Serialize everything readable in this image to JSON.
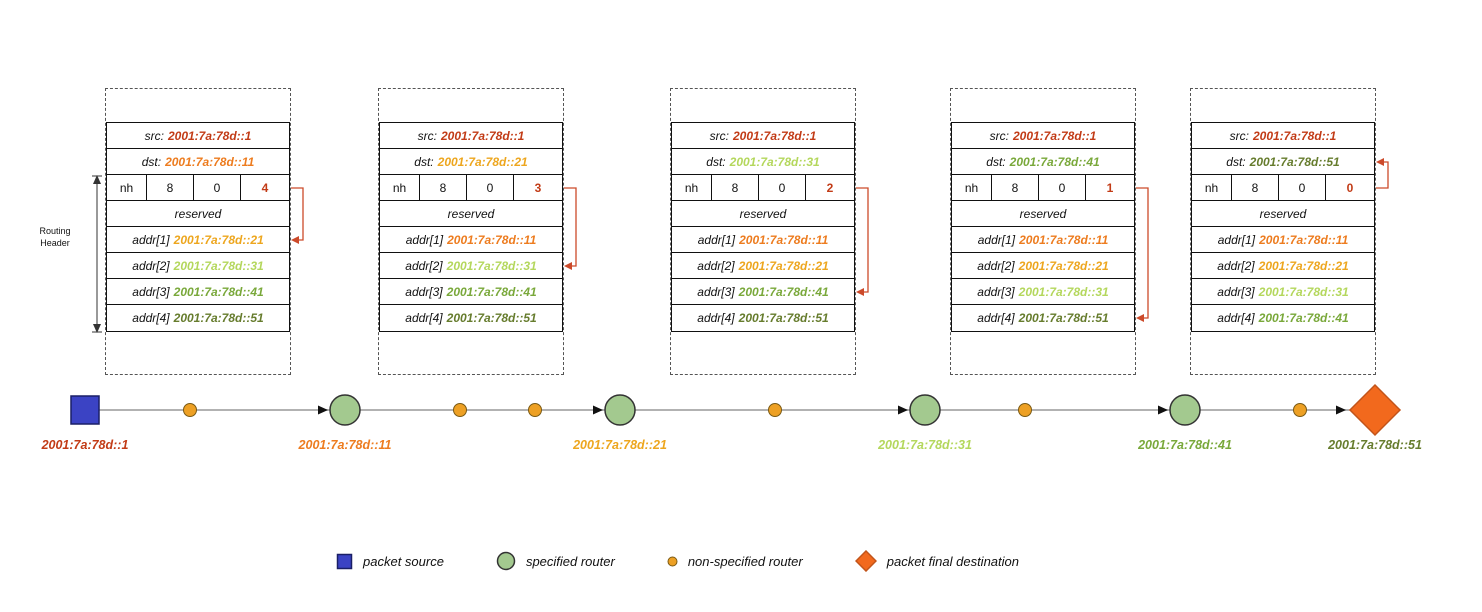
{
  "colors": {
    "red": "#c23b16",
    "orange": "#ed7c1f",
    "yellow": "#eda61e",
    "lightgreen": "#b4d75c",
    "green": "#79a83a",
    "olive": "#667c2d",
    "arrow": "#cc4a2a",
    "source_blue": "#3b43c4",
    "source_blue_border": "#1a1f66",
    "router_green": "#a3c98f",
    "router_border": "#333333",
    "dot_orange": "#eda024",
    "dot_border": "#7a5a14",
    "dest_orange": "#f2691d",
    "dest_border": "#c2541a",
    "path_line": "#999999",
    "arrowhead_black": "#111111"
  },
  "routing_header_label": "Routing Header",
  "packets": [
    {
      "src_label": "src:",
      "src_value": "2001:7a:78d::1",
      "src_color": "red",
      "dst_label": "dst:",
      "dst_value": "2001:7a:78d::11",
      "dst_color": "orange",
      "next_header": "nh",
      "hdr_ext_len": "8",
      "routing_type": "0",
      "segments_left": "4",
      "segments_left_color": "red",
      "reserved": "reserved",
      "addrs": [
        {
          "label": "addr[1]",
          "value": "2001:7a:78d::21",
          "color": "yellow"
        },
        {
          "label": "addr[2]",
          "value": "2001:7a:78d::31",
          "color": "lightgreen"
        },
        {
          "label": "addr[3]",
          "value": "2001:7a:78d::41",
          "color": "green"
        },
        {
          "label": "addr[4]",
          "value": "2001:7a:78d::51",
          "color": "olive"
        }
      ]
    },
    {
      "src_label": "src:",
      "src_value": "2001:7a:78d::1",
      "src_color": "red",
      "dst_label": "dst:",
      "dst_value": "2001:7a:78d::21",
      "dst_color": "yellow",
      "next_header": "nh",
      "hdr_ext_len": "8",
      "routing_type": "0",
      "segments_left": "3",
      "segments_left_color": "red",
      "reserved": "reserved",
      "addrs": [
        {
          "label": "addr[1]",
          "value": "2001:7a:78d::11",
          "color": "orange"
        },
        {
          "label": "addr[2]",
          "value": "2001:7a:78d::31",
          "color": "lightgreen"
        },
        {
          "label": "addr[3]",
          "value": "2001:7a:78d::41",
          "color": "green"
        },
        {
          "label": "addr[4]",
          "value": "2001:7a:78d::51",
          "color": "olive"
        }
      ]
    },
    {
      "src_label": "src:",
      "src_value": "2001:7a:78d::1",
      "src_color": "red",
      "dst_label": "dst:",
      "dst_value": "2001:7a:78d::31",
      "dst_color": "lightgreen",
      "next_header": "nh",
      "hdr_ext_len": "8",
      "routing_type": "0",
      "segments_left": "2",
      "segments_left_color": "red",
      "reserved": "reserved",
      "addrs": [
        {
          "label": "addr[1]",
          "value": "2001:7a:78d::11",
          "color": "orange"
        },
        {
          "label": "addr[2]",
          "value": "2001:7a:78d::21",
          "color": "yellow"
        },
        {
          "label": "addr[3]",
          "value": "2001:7a:78d::41",
          "color": "green"
        },
        {
          "label": "addr[4]",
          "value": "2001:7a:78d::51",
          "color": "olive"
        }
      ]
    },
    {
      "src_label": "src:",
      "src_value": "2001:7a:78d::1",
      "src_color": "red",
      "dst_label": "dst:",
      "dst_value": "2001:7a:78d::41",
      "dst_color": "green",
      "next_header": "nh",
      "hdr_ext_len": "8",
      "routing_type": "0",
      "segments_left": "1",
      "segments_left_color": "red",
      "reserved": "reserved",
      "addrs": [
        {
          "label": "addr[1]",
          "value": "2001:7a:78d::11",
          "color": "orange"
        },
        {
          "label": "addr[2]",
          "value": "2001:7a:78d::21",
          "color": "yellow"
        },
        {
          "label": "addr[3]",
          "value": "2001:7a:78d::31",
          "color": "lightgreen"
        },
        {
          "label": "addr[4]",
          "value": "2001:7a:78d::51",
          "color": "olive"
        }
      ]
    },
    {
      "src_label": "src:",
      "src_value": "2001:7a:78d::1",
      "src_color": "red",
      "dst_label": "dst:",
      "dst_value": "2001:7a:78d::51",
      "dst_color": "olive",
      "next_header": "nh",
      "hdr_ext_len": "8",
      "routing_type": "0",
      "segments_left": "0",
      "segments_left_color": "red",
      "reserved": "reserved",
      "addrs": [
        {
          "label": "addr[1]",
          "value": "2001:7a:78d::11",
          "color": "orange"
        },
        {
          "label": "addr[2]",
          "value": "2001:7a:78d::21",
          "color": "yellow"
        },
        {
          "label": "addr[3]",
          "value": "2001:7a:78d::31",
          "color": "lightgreen"
        },
        {
          "label": "addr[4]",
          "value": "2001:7a:78d::41",
          "color": "green"
        }
      ]
    }
  ],
  "path_nodes": [
    {
      "type": "packet-source",
      "address": "2001:7a:78d::1"
    },
    {
      "type": "non-specified-router"
    },
    {
      "type": "specified-router",
      "address": "2001:7a:78d::11"
    },
    {
      "type": "non-specified-router"
    },
    {
      "type": "non-specified-router"
    },
    {
      "type": "specified-router",
      "address": "2001:7a:78d::21"
    },
    {
      "type": "non-specified-router"
    },
    {
      "type": "specified-router",
      "address": "2001:7a:78d::31"
    },
    {
      "type": "non-specified-router"
    },
    {
      "type": "specified-router",
      "address": "2001:7a:78d::41"
    },
    {
      "type": "non-specified-router"
    },
    {
      "type": "packet-final-destination",
      "address": "2001:7a:78d::51"
    }
  ],
  "path_labels": [
    {
      "value": "2001:7a:78d::1",
      "color": "red"
    },
    {
      "value": "2001:7a:78d::11",
      "color": "orange"
    },
    {
      "value": "2001:7a:78d::21",
      "color": "yellow"
    },
    {
      "value": "2001:7a:78d::31",
      "color": "lightgreen"
    },
    {
      "value": "2001:7a:78d::41",
      "color": "green"
    },
    {
      "value": "2001:7a:78d::51",
      "color": "olive"
    }
  ],
  "legend": [
    {
      "label": "packet source"
    },
    {
      "label": "specified router"
    },
    {
      "label": "non-specified router"
    },
    {
      "label": "packet final destination"
    }
  ]
}
